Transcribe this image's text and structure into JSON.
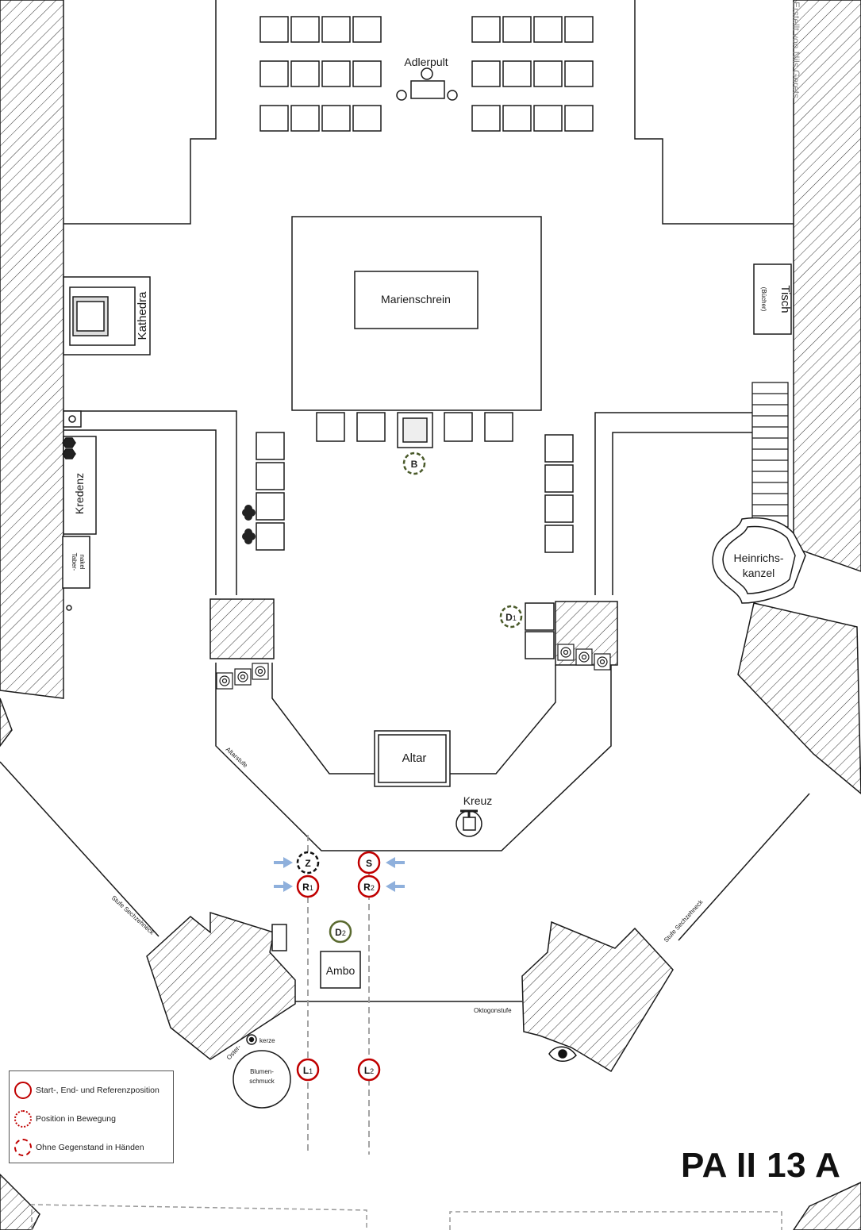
{
  "plan_id": "PA II 13 A",
  "credit": "Erstellt von Nils Gerets",
  "labels": {
    "adlerpult": "Adlerpult",
    "marienschrein": "Marienschrein",
    "kathedra": "Kathedra",
    "tisch": "Tisch",
    "buecher": "(Bücher)",
    "kredenz": "Kredenz",
    "tabernakel_1": "Taber-",
    "tabernakel_2": "nakel",
    "heinrichs_1": "Heinrichs-",
    "heinrichs_2": "kanzel",
    "altar": "Altar",
    "altarstufe": "Altarstufe",
    "kreuz": "Kreuz",
    "ambo": "Ambo",
    "stufe_left": "Stufe Sechzehneck",
    "stufe_right": "Stufe Sechzehneck",
    "oktogonstufe": "Oktogonstufe",
    "oster_1": "Oster-",
    "oster_2": "kerze",
    "blumen_1": "Blumen-",
    "blumen_2": "schmuck"
  },
  "markers": {
    "B": {
      "label": "B",
      "sub": "",
      "color": "#4a5a2a",
      "style": "dashed"
    },
    "D1": {
      "label": "D",
      "sub": "1",
      "color": "#4a5a2a",
      "style": "dashed"
    },
    "D2": {
      "label": "D",
      "sub": "2",
      "color": "#5a6a30",
      "style": "solid"
    },
    "Z": {
      "label": "Z",
      "sub": "",
      "color": "#111111",
      "style": "dashed"
    },
    "S": {
      "label": "S",
      "sub": "",
      "color": "#c00000",
      "style": "solid"
    },
    "R1": {
      "label": "R",
      "sub": "1",
      "color": "#c00000",
      "style": "solid"
    },
    "R2": {
      "label": "R",
      "sub": "2",
      "color": "#c00000",
      "style": "solid"
    },
    "L1": {
      "label": "L",
      "sub": "1",
      "color": "#c00000",
      "style": "solid"
    },
    "L2": {
      "label": "L",
      "sub": "2",
      "color": "#c00000",
      "style": "solid"
    }
  },
  "legend": {
    "items": [
      {
        "text": "Start-, End- und Referenzposition",
        "style": "solid"
      },
      {
        "text": "Position in Bewegung",
        "style": "dotted"
      },
      {
        "text": "Ohne Gegenstand in Händen",
        "style": "dashed"
      }
    ]
  },
  "colors": {
    "accent_red": "#c00000",
    "arrow_blue": "#8fb0dc",
    "wall_line": "#1a1a1a"
  }
}
